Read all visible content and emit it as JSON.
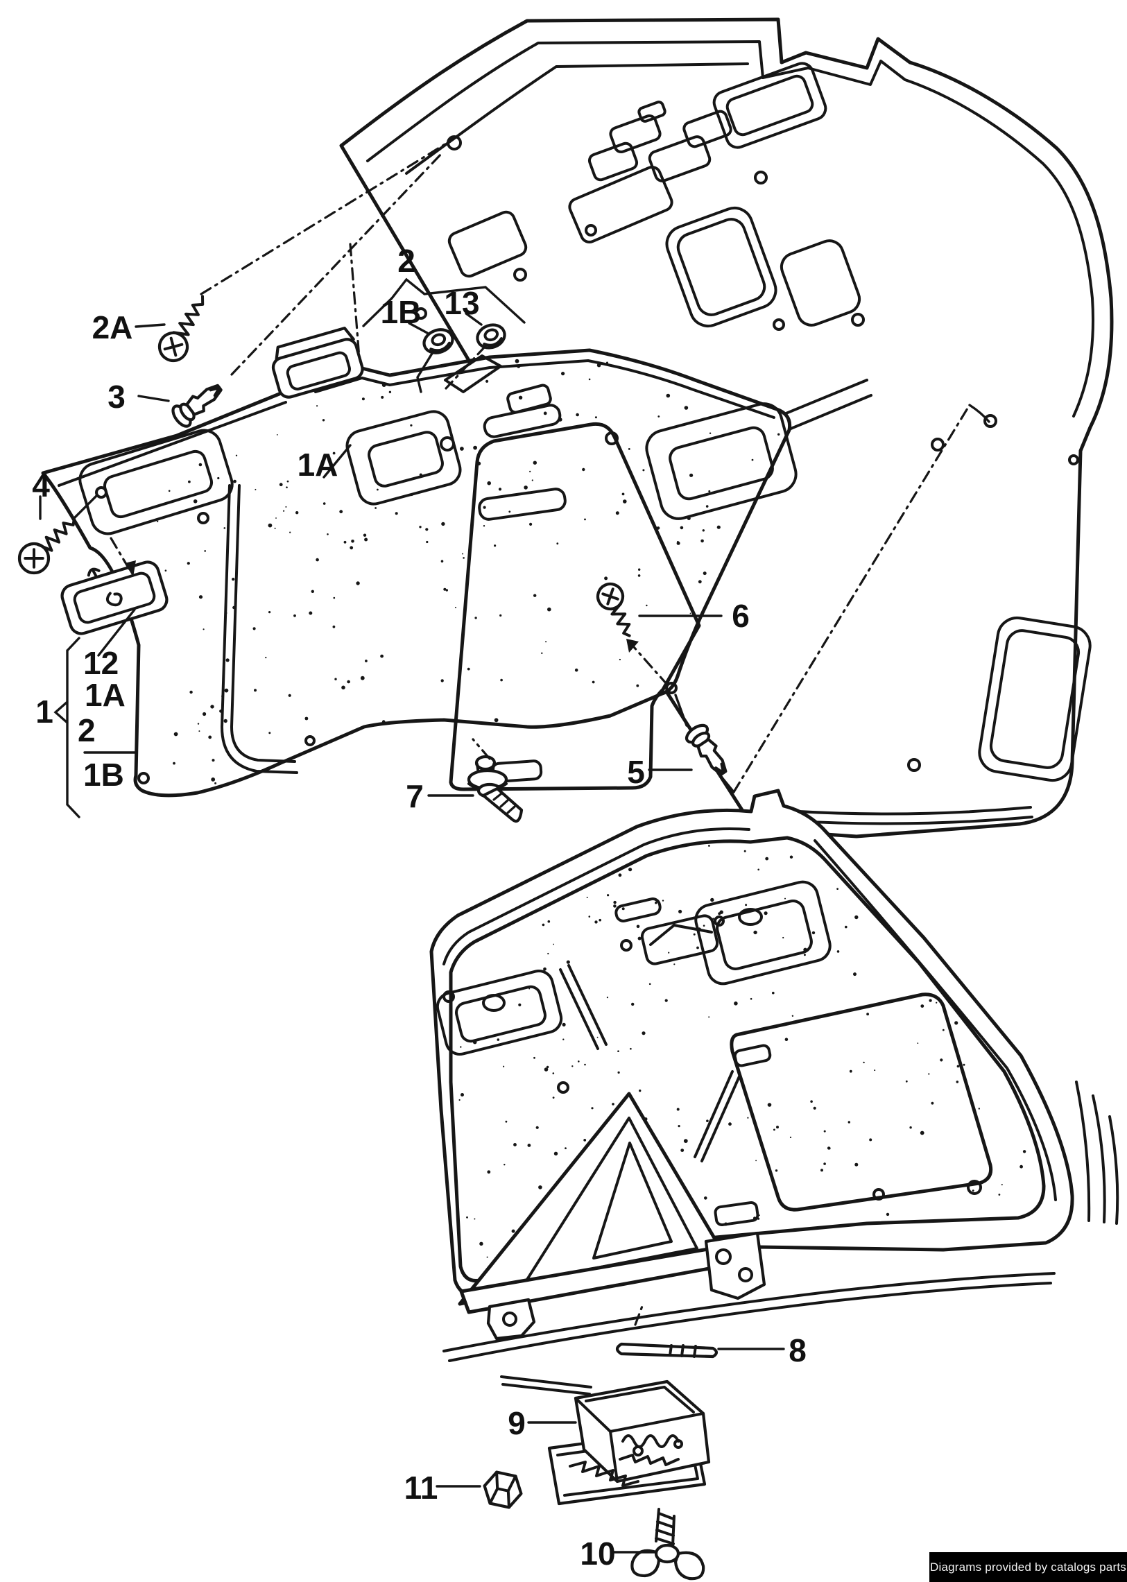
{
  "page": {
    "background": "#ffffff",
    "ink": "#161616"
  },
  "footer": {
    "text": "Diagrams provided by catalogs parts",
    "background": "#000000",
    "color": "#f2f2f2"
  },
  "callouts": {
    "p2a": {
      "label": "2A"
    },
    "p3": {
      "label": "3"
    },
    "p4": {
      "label": "4"
    },
    "p2": {
      "label": "2"
    },
    "p1b": {
      "label": "1B"
    },
    "p13": {
      "label": "13"
    },
    "p1a": {
      "label": "1A"
    },
    "p6": {
      "label": "6"
    },
    "p5": {
      "label": "5"
    },
    "p7": {
      "label": "7"
    },
    "p8": {
      "label": "8"
    },
    "p9": {
      "label": "9"
    },
    "p10": {
      "label": "10"
    },
    "p11": {
      "label": "11"
    },
    "p1": {
      "label": "1"
    }
  },
  "part_group": {
    "parent": "1",
    "items": [
      "12",
      "1A",
      "2",
      "1B"
    ]
  }
}
